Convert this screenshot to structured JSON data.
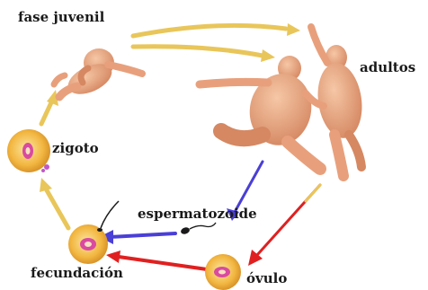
{
  "labels": {
    "fase_juvenil": "fase juvenil",
    "adultos": "adultos",
    "zigoto": "zigoto",
    "espermatozoide": "espermatozoide",
    "fecundacion": "fecundación",
    "ovulo": "óvulo"
  },
  "colors": {
    "cycle_arrow": "#e9c65a",
    "sperm_arrow": "#4a3fd6",
    "ovum_arrow": "#e02020",
    "cell_fill": "#f2b640",
    "nucleus": "#d94aa0",
    "skin": "#e8a07c"
  }
}
